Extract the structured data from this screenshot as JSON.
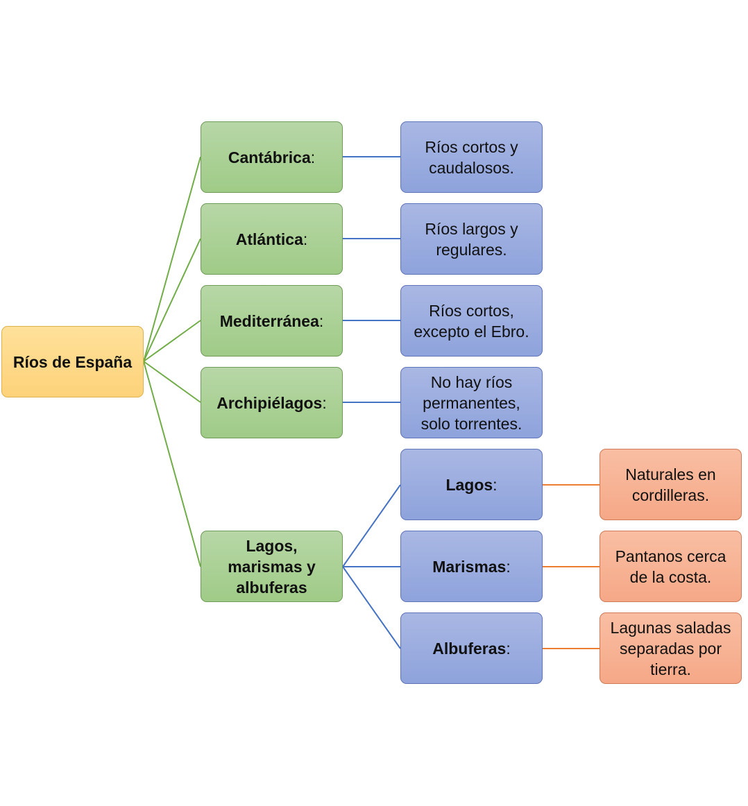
{
  "root": {
    "label": "Ríos de España"
  },
  "slopes": [
    {
      "label": "Cantábrica",
      "suffix": ":",
      "description": "Ríos cortos y caudalosos."
    },
    {
      "label": "Atlántica",
      "suffix": ":",
      "description": "Ríos largos y regulares."
    },
    {
      "label": "Mediterránea",
      "suffix": ":",
      "description": "Ríos cortos, excepto el Ebro."
    },
    {
      "label": "Archipiélagos",
      "suffix": ":",
      "description": "No hay ríos permanentes, solo torrentes."
    }
  ],
  "wetlands": {
    "label": "Lagos, marismas y albuferas",
    "children": [
      {
        "label": "Lagos",
        "suffix": ":",
        "description": "Naturales en cordilleras."
      },
      {
        "label": "Marismas",
        "suffix": ":",
        "description": "Pantanos cerca de la costa."
      },
      {
        "label": "Albuferas",
        "suffix": ":",
        "description": "Lagunas saladas separadas por tierra."
      }
    ]
  },
  "colors": {
    "root_fill": "#fdd27a",
    "level1_fill": "#a9d18e",
    "level2_fill": "#8faadc",
    "level3_fill": "#f4b183",
    "green_line": "#70ad47",
    "blue_line": "#4472c4",
    "orange_line": "#ed7d31"
  }
}
